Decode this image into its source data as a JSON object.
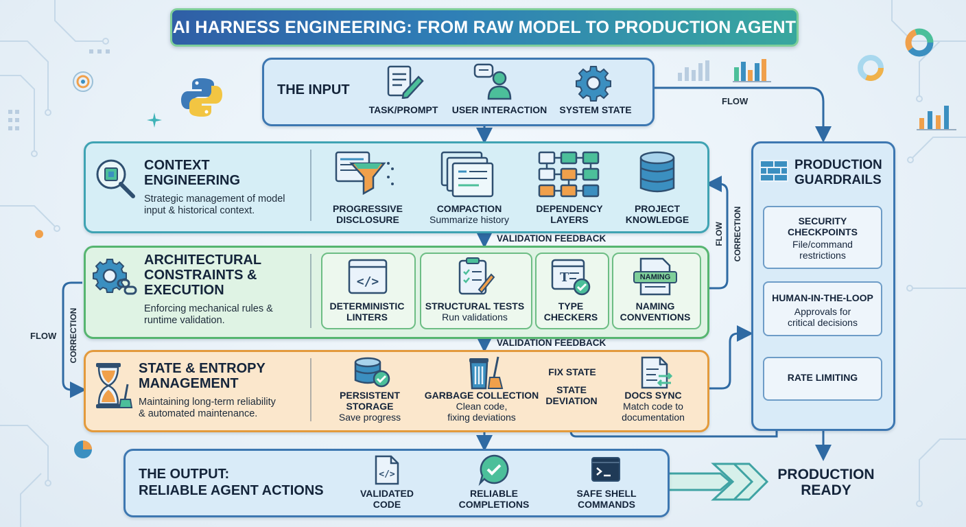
{
  "title": "AI HARNESS ENGINEERING: FROM RAW MODEL TO PRODUCTION AGENT",
  "input": {
    "title": "THE INPUT",
    "items": [
      "TASK/PROMPT",
      "USER INTERACTION",
      "SYSTEM STATE"
    ]
  },
  "context": {
    "title_line1": "CONTEXT",
    "title_line2": "ENGINEERING",
    "desc_line1": "Strategic management of model",
    "desc_line2": "input & historical context.",
    "items": [
      {
        "line1": "PROGRESSIVE",
        "line2": "DISCLOSURE"
      },
      {
        "line1": "COMPACTION",
        "sub": "Summarize history"
      },
      {
        "line1": "DEPENDENCY",
        "line2": "LAYERS"
      },
      {
        "line1": "PROJECT",
        "line2": "KNOWLEDGE"
      }
    ]
  },
  "architecture": {
    "title_line1": "ARCHITECTURAL",
    "title_line2": "CONSTRAINTS &",
    "title_line3": "EXECUTION",
    "desc_line1": "Enforcing mechanical rules &",
    "desc_line2": "runtime validation.",
    "items": [
      {
        "line1": "DETERMINISTIC",
        "line2": "LINTERS"
      },
      {
        "line1": "STRUCTURAL TESTS",
        "sub": "Run validations"
      },
      {
        "line1": "TYPE",
        "line2": "CHECKERS"
      },
      {
        "line1": "NAMING",
        "line2": "CONVENTIONS",
        "badge": "NAMING"
      }
    ]
  },
  "state": {
    "title_line1": "STATE & ENTROPY",
    "title_line2": "MANAGEMENT",
    "desc_line1": "Maintaining long-term reliability",
    "desc_line2": "& automated maintenance.",
    "items": [
      {
        "line1": "PERSISTENT",
        "line2": "STORAGE",
        "sub": "Save progress"
      },
      {
        "line1": "GARBAGE COLLECTION",
        "sub1": "Clean code,",
        "sub2": "fixing deviations"
      },
      {
        "line1": "DOCS SYNC",
        "sub1": "Match code to",
        "sub2": "documentation"
      }
    ],
    "fix_state": "FIX STATE",
    "state_deviation_1": "STATE",
    "state_deviation_2": "DEVIATION"
  },
  "output": {
    "title_line1": "THE OUTPUT:",
    "title_line2": "RELIABLE AGENT ACTIONS",
    "items": [
      {
        "line1": "VALIDATED",
        "line2": "CODE"
      },
      {
        "line1": "RELIABLE",
        "line2": "COMPLETIONS"
      },
      {
        "line1": "SAFE SHELL",
        "line2": "COMMANDS"
      }
    ]
  },
  "guardrails": {
    "title_line1": "PRODUCTION",
    "title_line2": "GUARDRAILS",
    "cards": [
      {
        "title_line1": "SECURITY",
        "title_line2": "CHECKPOINTS",
        "sub1": "File/command",
        "sub2": "restrictions"
      },
      {
        "title_line1": "HUMAN-IN-THE-LOOP",
        "sub1": "Approvals for",
        "sub2": "critical decisions"
      },
      {
        "title_line1": "RATE LIMITING"
      }
    ]
  },
  "labels": {
    "flow": "FLOW",
    "correction": "CORRECTION",
    "validation_feedback": "VALIDATION FEEDBACK",
    "production_ready_1": "PRODUCTION",
    "production_ready_2": "READY"
  },
  "colors": {
    "title_gradient_start": "#2f5fa6",
    "title_gradient_end": "#38a79e",
    "context_border": "#3fa3b3",
    "architecture_border": "#56b570",
    "state_border": "#e39a3c",
    "input_border": "#3d77b1"
  }
}
